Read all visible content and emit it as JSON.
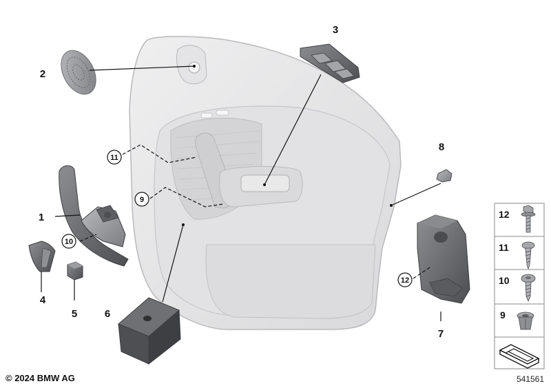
{
  "callouts": {
    "c1": "1",
    "c2": "2",
    "c3": "3",
    "c4": "4",
    "c5": "5",
    "c6": "6",
    "c7": "7",
    "c8": "8",
    "c9": "9",
    "c10": "10",
    "c11": "11",
    "c12": "12"
  },
  "legend": [
    {
      "label": "12",
      "icon": "hex-flange-bolt-icon"
    },
    {
      "label": "11",
      "icon": "self-tapping-screw-icon"
    },
    {
      "label": "10",
      "icon": "torx-screw-icon"
    },
    {
      "label": "9",
      "icon": "clip-nut-icon"
    }
  ],
  "footer": {
    "copyright": "© 2024 BMW AG",
    "diagram_id": "541561"
  },
  "colors": {
    "panel_fill": "#e8e8e9",
    "panel_edge": "#b9b9bc",
    "part_dark": "#6c6d70",
    "part_mid": "#9a9b9e",
    "legend_border": "#8a8a8a"
  }
}
